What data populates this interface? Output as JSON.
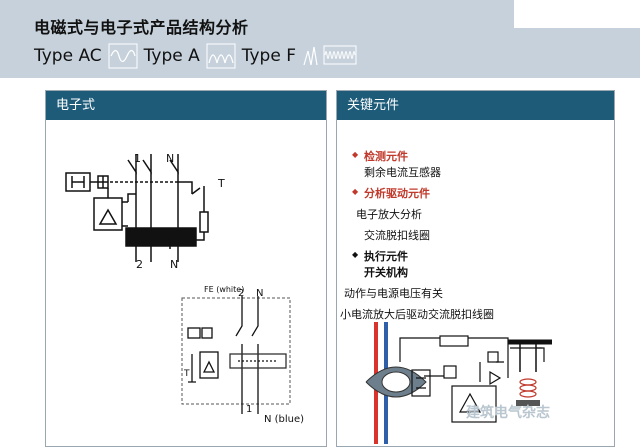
{
  "header": {
    "title": "电磁式与电子式产品结构分析",
    "types": [
      "Type AC",
      "Type A",
      "Type F"
    ]
  },
  "left_panel": {
    "title": "电子式",
    "diagram1": {
      "label_1": "1",
      "label_N_top": "N",
      "label_2": "2",
      "label_N_bottom": "N",
      "label_T": "T"
    },
    "diagram2": {
      "fe_label": "FE (white)",
      "label_2": "2",
      "label_N": "N",
      "label_1": "1",
      "label_N_blue": "N (blue)",
      "label_T": "T"
    }
  },
  "right_panel": {
    "title": "关键元件",
    "items": [
      {
        "text": "检测元件",
        "style": "red-bullet"
      },
      {
        "text": "剩余电流互感器",
        "style": "plain"
      },
      {
        "text": "分析驱动元件",
        "style": "red-bullet"
      },
      {
        "text": "电子放大分析",
        "style": "plain"
      },
      {
        "text": "交流脱扣线圈",
        "style": "plain"
      },
      {
        "text": "执行元件",
        "style": "bold-bullet"
      },
      {
        "text": "开关机构",
        "style": "bold"
      },
      {
        "text": "动作与电源电压有关",
        "style": "plain"
      },
      {
        "text": "小电流放大后驱动交流脱扣线圈",
        "style": "plain"
      }
    ]
  },
  "watermark": "建筑电气杂志",
  "colors": {
    "header_bg": "#c6d1db",
    "panel_head": "#1d5b79",
    "accent_red": "#c0392b"
  }
}
